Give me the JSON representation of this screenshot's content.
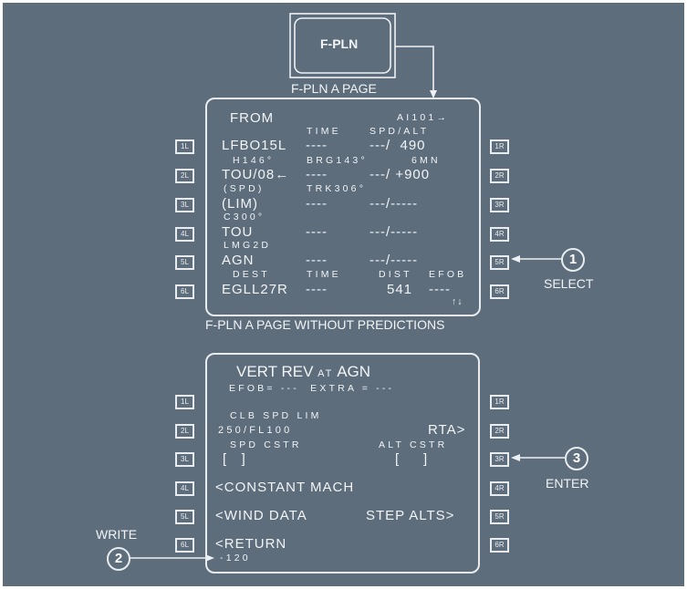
{
  "fpln_key": {
    "label": "F-PLN",
    "caption": "F-PLN A PAGE"
  },
  "page1": {
    "caption": "F-PLN A PAGE WITHOUT PREDICTIONS",
    "from": "FROM",
    "flight": "AI101→",
    "hdr_time": "TIME",
    "hdr_spdalt": "SPD/ALT",
    "rows": [
      {
        "small": "",
        "wpt": "LFBO15L",
        "time": "----",
        "spdalt": "---/  490"
      },
      {
        "small": "H146°",
        "leg": "BRG143°",
        "dist": "6MN",
        "wpt": "TOU/08←",
        "time": "----",
        "spdalt": "---/ +900"
      },
      {
        "small": "(SPD)",
        "leg": "TRK306°",
        "dist": "",
        "wpt": "(LIM)",
        "time": "----",
        "spdalt": "---/-----"
      },
      {
        "small": "C300°",
        "leg": "",
        "dist": "",
        "wpt": "TOU",
        "time": "----",
        "spdalt": "---/-----"
      },
      {
        "small": "LMG2D",
        "leg": "",
        "dist": "",
        "wpt": "AGN",
        "time": "----",
        "spdalt": "---/-----"
      }
    ],
    "dest_hdr": "DEST",
    "dest_time_hdr": "TIME",
    "dist_hdr": "DIST",
    "efob_hdr": "EFOB",
    "dest": "EGLL27R",
    "dest_time": "----",
    "dest_dist": "541",
    "dest_efob": "----",
    "scroll": "↑↓"
  },
  "page2": {
    "title_a": "VERT REV",
    "title_at": "AT",
    "title_b": "AGN",
    "efob_line": "EFOB= ---  EXTRA = ---",
    "clb_lbl": "CLB SPD LIM",
    "clb_val": "250/FL100",
    "rta": "RTA>",
    "spd_cstr": "SPD CSTR",
    "alt_cstr": "ALT CSTR",
    "spd_box": "[   ]",
    "alt_box": "[     ]",
    "const_mach": "<CONSTANT MACH",
    "wind": "<WIND DATA",
    "step": "STEP ALTS>",
    "ret": "<RETURN",
    "entry": "-120"
  },
  "lsk_left": [
    "1L",
    "2L",
    "3L",
    "4L",
    "5L",
    "6L"
  ],
  "lsk_right": [
    "1R",
    "2R",
    "3R",
    "4R",
    "5R",
    "6R"
  ],
  "callouts": [
    {
      "num": "1",
      "label": "SELECT"
    },
    {
      "num": "2",
      "label": "WRITE"
    },
    {
      "num": "3",
      "label": "ENTER"
    }
  ]
}
